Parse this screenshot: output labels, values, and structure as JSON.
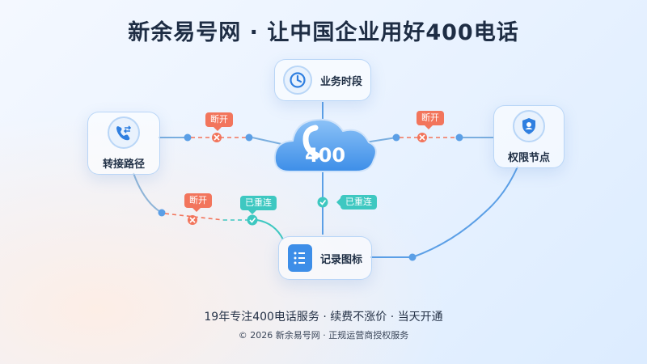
{
  "header": {
    "title": "新余易号网 · 让中国企业用好400电话"
  },
  "center": {
    "number_text": "400"
  },
  "nodes": {
    "business_hours": "业务时段",
    "transfer_path": "转接路径",
    "permission_node": "权限节点",
    "record_icon": "记录图标"
  },
  "status": {
    "left_disconnect": "断开",
    "right_disconnect": "断开",
    "bottom_disconnect": "断开",
    "bottom_reconnected": "已重连",
    "center_reconnected": "已重连"
  },
  "footer": {
    "tagline": "19年专注400电话服务 · 续费不涨价 · 当天开通",
    "copyright": "© 2026 新余易号网 · 正规运营商授权服务"
  },
  "colors": {
    "accent_blue": "#3d8ee8",
    "line_blue": "#5b9fe6",
    "disconnect_red": "#f2755c",
    "reconnect_teal": "#3ec8c1",
    "title_text": "#1e2d44"
  }
}
